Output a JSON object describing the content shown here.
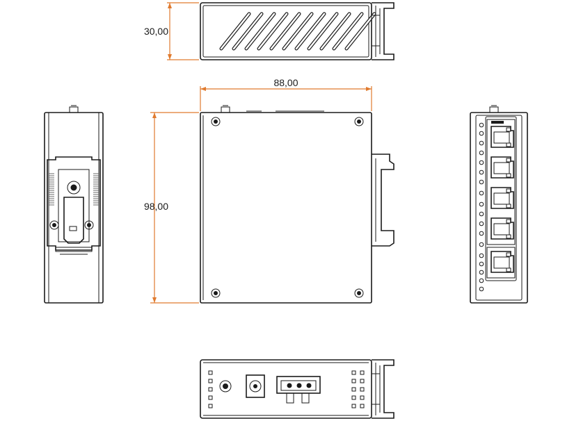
{
  "dimensions": {
    "height": "30,00",
    "width": "88,00",
    "depth": "98,00"
  },
  "colors": {
    "line": "#1a1a1a",
    "dimension": "#e07a2e",
    "background": "#ffffff"
  }
}
